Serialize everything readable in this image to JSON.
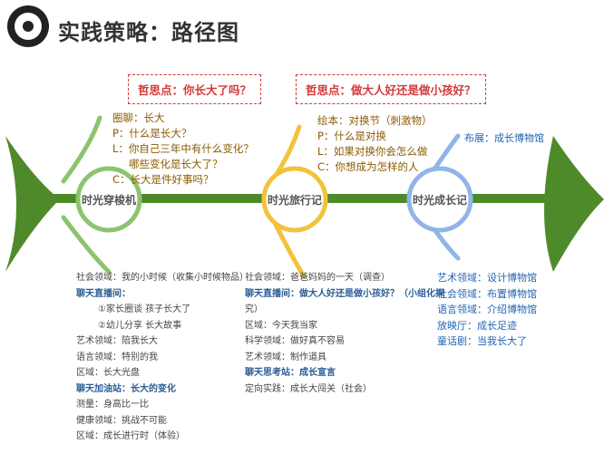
{
  "header": {
    "title": "实践策略：路径图"
  },
  "questions": [
    "哲思点：你长大了吗？",
    "哲思点：做大人好还是做小孩好？"
  ],
  "bubbles": [
    "时光穿梭机",
    "时光旅行记",
    "时光成长记"
  ],
  "branch1": {
    "lines": [
      "圈聊：长大",
      "P：什么是长大？",
      "L：你自己三年中有什么变化？",
      "哪些变化是长大了？",
      "C：长大是件好事吗？"
    ]
  },
  "branch2": {
    "lines": [
      "绘本：对换节（刺激物）",
      "P：什么是对换",
      "L：如果对换你会怎么做",
      "C：你想成为怎样的人"
    ]
  },
  "branch3": {
    "lines": [
      "布展：成长博物馆"
    ]
  },
  "col1": [
    "社会领域：我的小时候（收集小时候物品）",
    "聊天直播间：",
    "①家长圈谈 孩子长大了",
    "②幼儿分享 长大故事",
    "艺术领域：陪我长大",
    "语言领域：特别的我",
    "区域：长大光盘",
    "聊天加油站：长大的变化",
    "测量：身高比一比",
    "健康领域：挑战不可能",
    "区域：成长进行时（体验）"
  ],
  "col2": [
    "社会领域：爸爸妈妈的一天（调查）",
    "聊天直播间：做大人好还是做小孩好？（小组化探",
    "究）",
    "区域：今天我当家",
    "科学领域：做好真不容易",
    "艺术领域：制作道具",
    "聊天思考站：成长宣言",
    "定向实践：成长大闯关（社会）"
  ],
  "col3": [
    "艺术领域：设计博物馆",
    "社会领域：布置博物馆",
    "语言领域：介绍博物馆",
    "放映厅：成长足迹",
    "童话剧：当我长大了"
  ],
  "colors": {
    "fish": "#4f8a2a",
    "bubble1": "#8cc46d",
    "bubble2": "#f2c33a",
    "bubble3": "#8fb6e6",
    "accent": "#d23a3a"
  }
}
